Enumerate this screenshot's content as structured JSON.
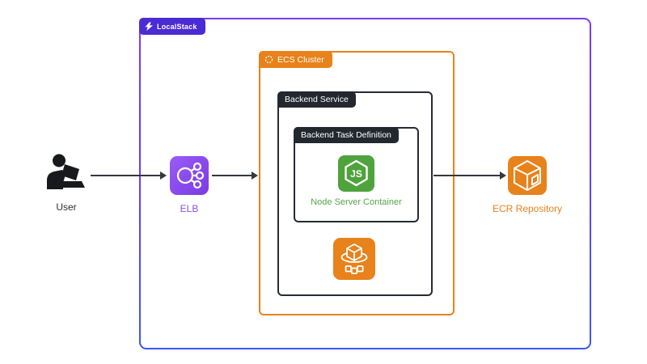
{
  "containers": {
    "localstack": {
      "label": "LocalStack"
    },
    "ecs_cluster": {
      "label": "ECS Cluster"
    },
    "backend_service": {
      "label": "Backend Service"
    },
    "backend_task_definition": {
      "label": "Backend Task Definition"
    }
  },
  "nodes": {
    "user": {
      "label": "User"
    },
    "elb": {
      "label": "ELB"
    },
    "node_server_container": {
      "label": "Node Server Container",
      "icon_text": "JS"
    },
    "ecs_service": {
      "label": ""
    },
    "ecr_repository": {
      "label": "ECR Repository"
    }
  },
  "icons": [
    "localstack-logo-icon",
    "ecs-cluster-ring-icon",
    "user-silhouette-icon",
    "elb-load-balancer-icon",
    "nodejs-hexagon-icon",
    "ecs-service-cube-icon",
    "ecr-registry-cube-icon",
    "arrow-right-icon"
  ],
  "colors": {
    "localstack_tab_purple": "#4a2bd4",
    "boundary_gradient_top": "#7a3bf0",
    "boundary_gradient_bottom": "#3b57f2",
    "aws_orange": "#e8821b",
    "dark_tab": "#23272e",
    "node_green": "#4fa33c",
    "node_text_green": "#55a546",
    "elb_purple": "#8a4fe8",
    "arrow_dark": "#34373c",
    "user_text": "#2c2f33"
  }
}
